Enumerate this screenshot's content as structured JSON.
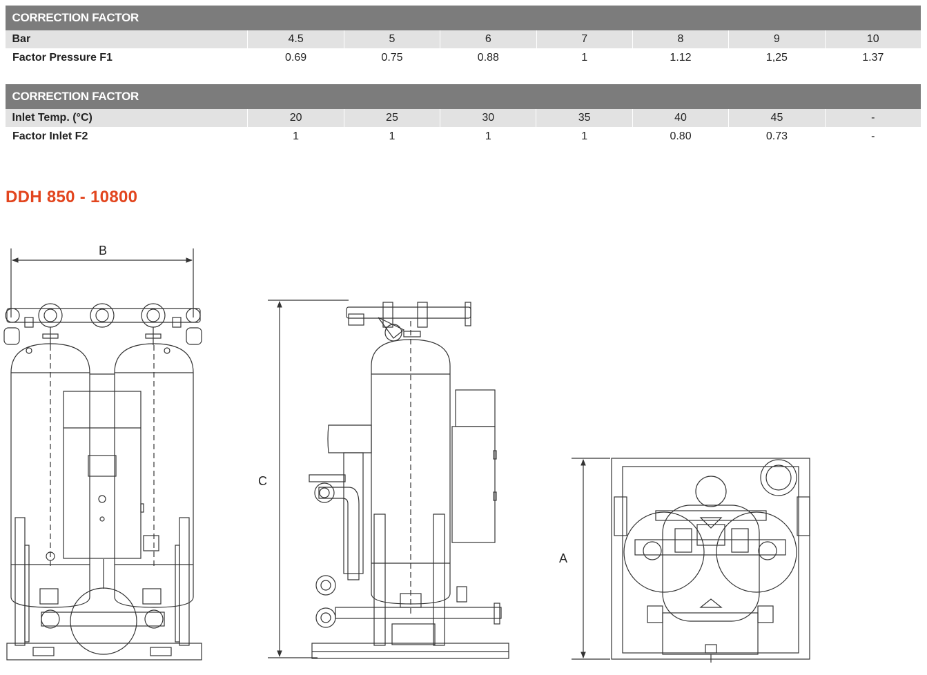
{
  "pressure_table": {
    "title": "CORRECTION FACTOR",
    "header_label": "Bar",
    "header_values": [
      "4.5",
      "5",
      "6",
      "7",
      "8",
      "9",
      "10"
    ],
    "row_label": "Factor Pressure F1",
    "row_values": [
      "0.69",
      "0.75",
      "0.88",
      "1",
      "1.12",
      "1,25",
      "1.37"
    ]
  },
  "temperature_table": {
    "title": "CORRECTION FACTOR",
    "header_label": "Inlet Temp. (°C)",
    "header_values": [
      "20",
      "25",
      "30",
      "35",
      "40",
      "45",
      "-"
    ],
    "row_label": "Factor Inlet F2",
    "row_values": [
      "1",
      "1",
      "1",
      "1",
      "0.80",
      "0.73",
      "-"
    ]
  },
  "model_title": "DDH 850 - 10800",
  "drawing_labels": {
    "b": "B",
    "c": "C",
    "a": "A"
  },
  "colors": {
    "table_title_bg": "#7c7c7c",
    "table_header_bg": "#e2e2e2",
    "model_title": "#e2451e",
    "line": "#333333"
  }
}
